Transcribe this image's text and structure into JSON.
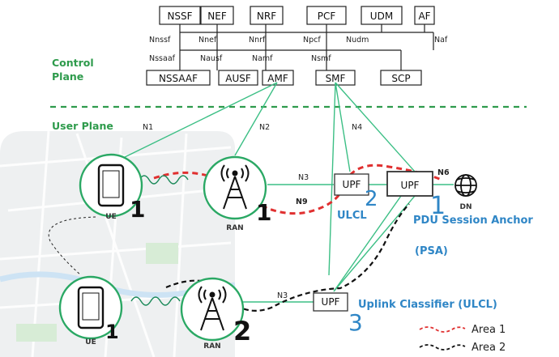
{
  "planes": {
    "control": [
      "Control",
      "Plane"
    ],
    "user": "User Plane"
  },
  "top_functions": [
    {
      "name": "NSSF",
      "iface": "Nnssf"
    },
    {
      "name": "NEF",
      "iface": "Nnef"
    },
    {
      "name": "NRF",
      "iface": "Nnrf"
    },
    {
      "name": "PCF",
      "iface": "Npcf"
    },
    {
      "name": "UDM",
      "iface": "Nudm"
    },
    {
      "name": "AF",
      "iface": "Naf"
    }
  ],
  "bottom_functions": [
    {
      "name": "NSSAAF",
      "iface": "Nssaaf"
    },
    {
      "name": "AUSF",
      "iface": "Nausf"
    },
    {
      "name": "AMF",
      "iface": "Namf"
    },
    {
      "name": "SMF",
      "iface": "Nsmf"
    },
    {
      "name": "SCP",
      "iface": ""
    }
  ],
  "interfaces": {
    "n1": "N1",
    "n2": "N2",
    "n3_top": "N3",
    "n3_bottom": "N3",
    "n4": "N4",
    "n6": "N6",
    "n9": "N9"
  },
  "nodes": {
    "ue_top": "UE",
    "ue_bottom": "UE",
    "ran_top": "RAN",
    "ran_bottom": "RAN",
    "upf_ulcl": "UPF",
    "upf_psa": "UPF",
    "upf_bottom": "UPF",
    "dn": "DN"
  },
  "markers": {
    "ue_top": "1",
    "ran_top": "1",
    "ue_bottom": "1",
    "ran_bottom": "2",
    "upf_ulcl": "2",
    "upf_psa": "1",
    "upf_bottom": "3"
  },
  "labels": {
    "ulcl": "ULCL",
    "psa_line1": "PDU Session Anchor",
    "psa_line2": "(PSA)",
    "uplink_classifier": "Uplink Classifier (ULCL)"
  },
  "legend": [
    {
      "label": "Area 1",
      "color": "#e03030"
    },
    {
      "label": "Area 2",
      "color": "#111111"
    }
  ],
  "colors": {
    "green": "#2e9b4c",
    "link": "#3cbf85",
    "blue": "#2f86c6",
    "area1": "#e03030",
    "area2": "#111111"
  }
}
